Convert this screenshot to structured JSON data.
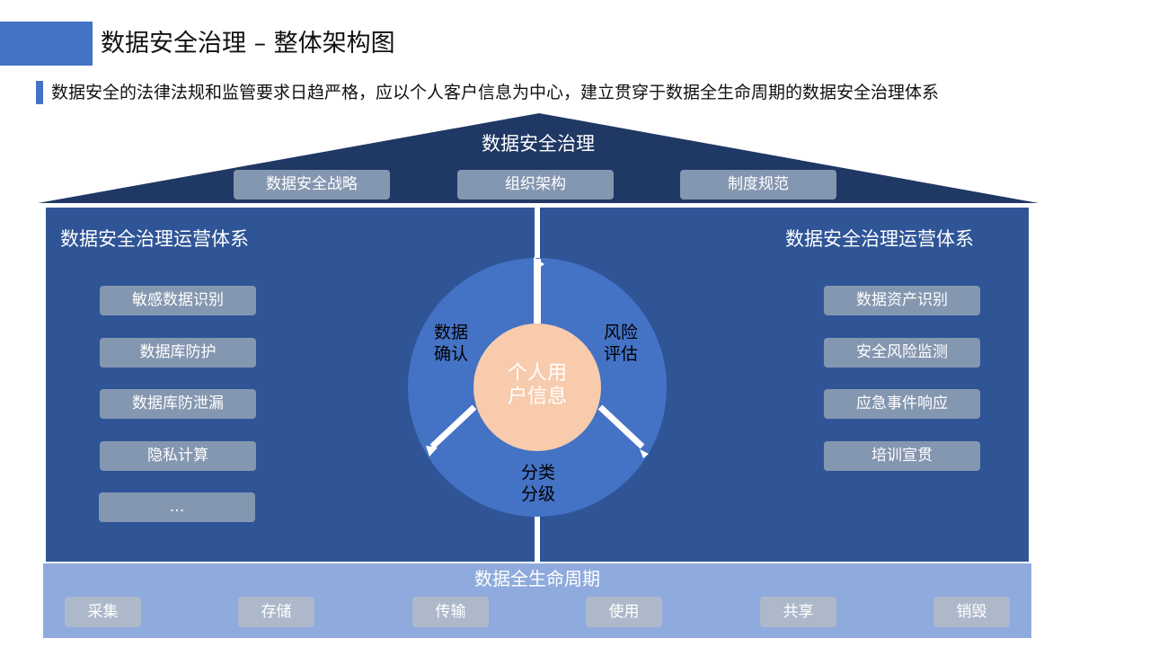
{
  "header": {
    "title": "数据安全治理 – 整体架构图",
    "subtitle": "数据安全的法律法规和监管要求日趋严格，应以个人客户信息为中心，建立贯穿于数据全生命周期的数据安全治理体系"
  },
  "roof": {
    "title": "数据安全治理",
    "items": [
      "数据安全战略",
      "组织架构",
      "制度规范"
    ]
  },
  "left_panel": {
    "title": "数据安全治理运营体系",
    "items": [
      "敏感数据识别",
      "数据库防护",
      "数据库防泄漏",
      "隐私计算",
      "..."
    ]
  },
  "right_panel": {
    "title": "数据安全治理运营体系",
    "items": [
      "数据资产识别",
      "安全风险监测",
      "应急事件响应",
      "培训宣贯"
    ]
  },
  "cycle": {
    "center_line1": "个人用",
    "center_line2": "户信息",
    "seg_left_line1": "数据",
    "seg_left_line2": "确认",
    "seg_right_line1": "风险",
    "seg_right_line2": "评估",
    "seg_bottom_line1": "分类",
    "seg_bottom_line2": "分级"
  },
  "lifecycle": {
    "title": "数据全生命周期",
    "stages": [
      "采集",
      "存储",
      "传输",
      "使用",
      "共享",
      "销毁"
    ]
  },
  "colors": {
    "accent": "#4472c4",
    "roof": "#203864",
    "panel": "#2f5597",
    "circle": "#4472c4",
    "center": "#f8cbad",
    "pill": "#8497b0",
    "base": "#8faadc",
    "base_pill": "#adb9ca"
  }
}
